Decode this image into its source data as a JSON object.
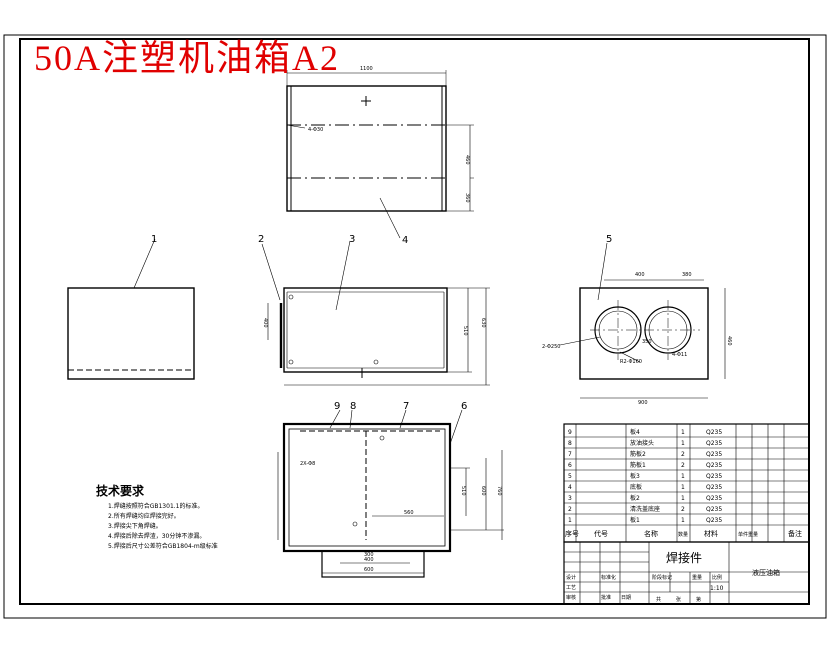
{
  "drawing_title": "50A注塑机油箱A2",
  "technical_requirements": {
    "heading": "技术要求",
    "items": [
      "1.焊缝按照符合GB1301.1的标准。",
      "2.所有焊缝均应焊接完好。",
      "3.焊接尖下角焊缝。",
      "4.焊接后除去焊渣，30分钟不渗漏。",
      "5.焊接后尺寸公差符合GB1804-m级标准"
    ]
  },
  "balloons": [
    "1",
    "2",
    "3",
    "4",
    "5",
    "6",
    "7",
    "8",
    "9"
  ],
  "dimensions": {
    "top_view_width": "1100",
    "top_view_right_1": "460",
    "top_view_right_2": "360",
    "top_view_note": "4-Φ30",
    "front_right_1": "510",
    "front_right_2": "630",
    "front_left": "400",
    "side_top_1": "400",
    "side_top_2": "380",
    "side_right": "460",
    "side_bottom": "900",
    "side_note_left": "2-Φ250",
    "side_note_mid": "R2-Φ160",
    "side_note_right": "4-Φ11",
    "side_inner": "350",
    "bottom_dim_1": "560",
    "bottom_dim_2": "400",
    "bottom_dim_3": "600",
    "bottom_dim_4": "300",
    "bottom_right_1": "510",
    "bottom_right_2": "600",
    "bottom_right_3": "760",
    "bottom_note": "2X-Φ8"
  },
  "parts_list": {
    "rows": [
      {
        "no": "9",
        "name": "板4",
        "qty": "1",
        "material": "Q235"
      },
      {
        "no": "8",
        "name": "放油接头",
        "qty": "1",
        "material": "Q235"
      },
      {
        "no": "7",
        "name": "筋板2",
        "qty": "2",
        "material": "Q235"
      },
      {
        "no": "6",
        "name": "筋板1",
        "qty": "2",
        "material": "Q235"
      },
      {
        "no": "5",
        "name": "板3",
        "qty": "1",
        "material": "Q235"
      },
      {
        "no": "4",
        "name": "底板",
        "qty": "1",
        "material": "Q235"
      },
      {
        "no": "3",
        "name": "板2",
        "qty": "1",
        "material": "Q235"
      },
      {
        "no": "2",
        "name": "清洗盖底座",
        "qty": "2",
        "material": "Q235"
      },
      {
        "no": "1",
        "name": "板1",
        "qty": "1",
        "material": "Q235"
      }
    ],
    "header": {
      "no": "序号",
      "code": "代号",
      "name": "名称",
      "qty": "数量",
      "material": "材料",
      "unit_weight": "单件重量",
      "note": "备注"
    }
  },
  "title_block": {
    "drawing_name": "焊接件",
    "part_name": "液压油箱",
    "scale": "1:10",
    "labels": [
      "设计",
      "审核",
      "工艺",
      "标准化",
      "批准",
      "日期",
      "阶段标记",
      "重量",
      "比例",
      "共",
      "张",
      "第"
    ]
  }
}
